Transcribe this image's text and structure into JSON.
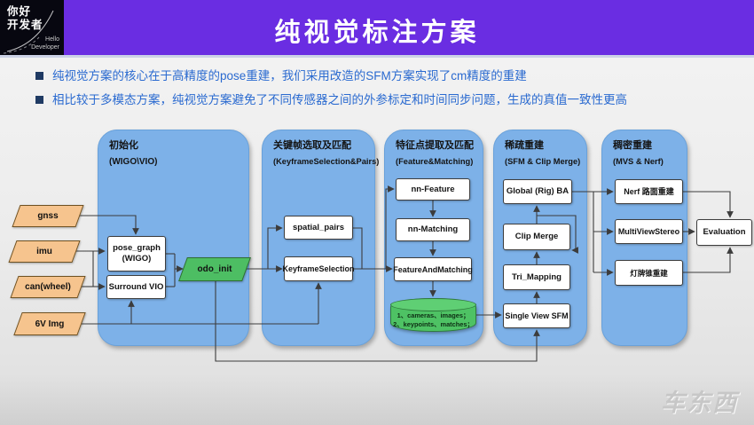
{
  "brand": {
    "name_lines": "你好\n开发者",
    "sub_lines": "Hello\nDeveloper"
  },
  "title": "纯视觉标注方案",
  "bullets": [
    "纯视觉方案的核心在于高精度的pose重建，我们采用改造的SFM方案实现了cm精度的重建",
    "相比较于多模态方案，纯视觉方案避免了不同传感器之间的外参标定和时间同步问题，生成的真值一致性更高"
  ],
  "inputs": {
    "gnss": "gnss",
    "imu": "imu",
    "can": "can(wheel)",
    "img6v": "6V Img"
  },
  "stages": [
    {
      "title": "初始化",
      "subtitle": "(WIGO\\VIO)"
    },
    {
      "title": "关键帧选取及匹配",
      "subtitle": "(KeyframeSelection&Pairs)"
    },
    {
      "title": "特征点提取及匹配",
      "subtitle": "(Feature&Matching)"
    },
    {
      "title": "稀疏重建",
      "subtitle": "(SFM & Clip Merge)"
    },
    {
      "title": "稠密重建",
      "subtitle": "(MVS & Nerf)"
    }
  ],
  "nodes": {
    "pose_graph": "pose_graph\n(WIGO)",
    "surround_vio": "Surround VIO",
    "odo_init": "odo_init",
    "spatial_pairs": "spatial_pairs",
    "keyframe_selection": "KeyframeSelection",
    "nn_feature": "nn-Feature",
    "nn_matching": "nn-Matching",
    "feature_and_matching": "FeatureAndMatching",
    "data_store": "1、cameras、images；\n2、keypoints、matches；",
    "global_rig_ba": "Global (Rig) BA",
    "clip_merge": "Clip Merge",
    "tri_mapping": "Tri_Mapping",
    "single_view_sfm": "Single View SFM",
    "nerf_road": "Nerf 路面重建",
    "multi_view_stereo": "MultiViewStereo",
    "light_sign_recon": "灯牌锥重建",
    "evaluation": "Evaluation"
  },
  "watermark": "车东西",
  "colors": {
    "header_bg": "#6a2de2",
    "panel_blue": "#7db1e8",
    "node_green": "#4dbe63",
    "input_orange": "#f6c48e",
    "bullet_text": "#2a6ad0",
    "bullet_square": "#1f3a63"
  }
}
